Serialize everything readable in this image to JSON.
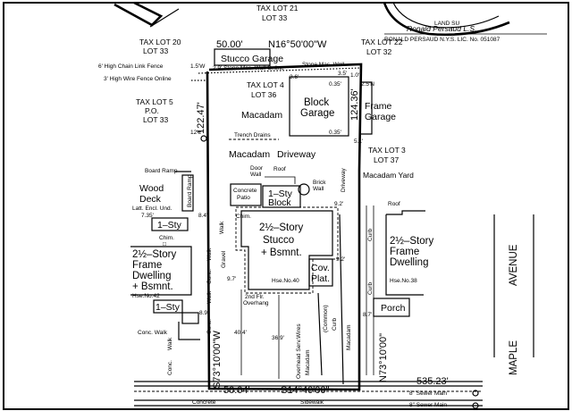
{
  "surveyor": {
    "seal_text": "LAND SU",
    "signature": "Ronald Persaud L.S.",
    "license": "RONALD PERSAUD N.Y.S. LIC. No. 051087"
  },
  "lots": {
    "lot21": [
      "TAX LOT 21",
      "LOT 33"
    ],
    "lot20": [
      "TAX LOT 20",
      "LOT 33"
    ],
    "lot22": [
      "TAX LOT 22",
      "LOT 32"
    ],
    "lot4": [
      "TAX LOT 4",
      "LOT 36"
    ],
    "lot5": [
      "TAX LOT 5",
      "P.O.",
      "LOT 33"
    ],
    "lot3": [
      "TAX LOT 3",
      "LOT 37"
    ]
  },
  "dimensions": {
    "top": "50.00'",
    "top_bearing": "N16°50'00\"W",
    "left": "122.47'",
    "right": "124.36'",
    "bottom": "50.04'",
    "bottom_bearing": "S14°40'00\"",
    "left_bearing": "S73°10'00\"W",
    "right_bearing": "N73°10'00\"",
    "far": "535.23'",
    "d12": "12'±",
    "d36": "3.6'",
    "d35": "3.5'",
    "d10": "1.0'",
    "d035a": "0.35'",
    "d035b": "0.35'",
    "d51": "5.1'",
    "d92a": "9.2'",
    "d92b": "9.2'",
    "d84": "8.4'",
    "d735": "7.35'",
    "d97": "9.7'",
    "d404": "40.4'",
    "d369": "36.9'",
    "d89": "8.9'",
    "d87": "8.7'"
  },
  "fences": {
    "chain": "6' High Chain Link Fence",
    "wire": "3' High Wire Fence Online",
    "stone_wall": "2.9' Stone Mas. Wall Online",
    "stone_wall2": "Stone Mas. Wall",
    "f15": "1.5'W",
    "f25": "2.5'N"
  },
  "structures": {
    "stucco_garage": "Stucco Garage",
    "block_garage": [
      "Block",
      "Garage"
    ],
    "frame_garage": [
      "Frame",
      "Garage"
    ],
    "main_house": [
      "2½–Story",
      "Stucco",
      "+ Bsmnt."
    ],
    "sty_block": [
      "1–Sty",
      "Block"
    ],
    "concrete_patio": [
      "Concrete",
      "Patio"
    ],
    "left_house": [
      "2½–Story",
      "Frame",
      "Dwelling",
      "+ Bsmnt."
    ],
    "right_house": [
      "2½–Story",
      "Frame",
      "Dwelling"
    ],
    "wood_deck": [
      "Wood",
      "Deck"
    ],
    "deck_note": "Latt. Encl. Und.",
    "sty_left": "1–Sty",
    "sty_left2": "1–Sty",
    "cov_plat": [
      "Cov.",
      "Plat."
    ],
    "porch": "Porch",
    "chim_l": [
      "Chim.",
      "□"
    ],
    "chim_m": "Chim.",
    "second_flr": [
      "2nd Flr.",
      "Overhang"
    ],
    "roof_a": "Roof",
    "roof_b": "Roof",
    "door": [
      "Door",
      "Wall"
    ],
    "brick": [
      "Brick",
      "Wall"
    ]
  },
  "grounds": {
    "macadam1": "Macadam",
    "macadam2": "Macadam",
    "driveway": "Driveway",
    "driveway_v": "Driveway",
    "trench": "Trench Drains",
    "macadam_yard": "Macadam Yard",
    "board_ramp": "Board Ramp",
    "board_ramp_v": "Board Ramp",
    "gravel": "Gravel",
    "walk1": "Walk",
    "walk2": "Walk",
    "walk3": "Walk",
    "walk4": "Walk",
    "conc1": "Conc.",
    "conc2": "Conc.",
    "conc3": "Conc.",
    "conc_walk": "Conc. Walk",
    "common": "(Common)",
    "macadam_v": "Macadam",
    "macadam_v2": "Macadam",
    "curb1": "Curb",
    "curb2": "Curb",
    "curb3": "Curb",
    "overhead": "Overhead Serv.Wires"
  },
  "house_numbers": {
    "n42": "Hse.No.42",
    "n40": "Hse.No.40",
    "n38": "Hse.No.38"
  },
  "street": {
    "concrete": "Concrete",
    "sidewalk": "Sidewalk",
    "sewer1": "8\" Sewer  Main",
    "sewer2": "8\" Sewer  Main",
    "avenue": "AVENUE",
    "maple": "MAPLE"
  }
}
